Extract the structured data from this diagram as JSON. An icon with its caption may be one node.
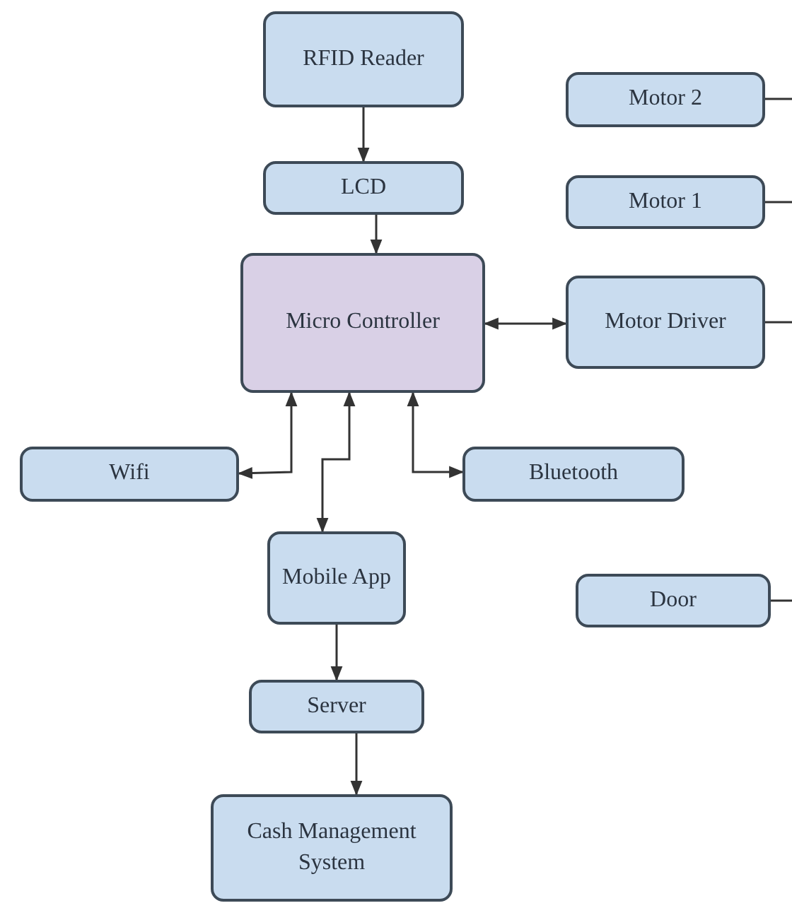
{
  "diagram": {
    "nodes": [
      {
        "text": [
          "RFID Reader"
        ]
      },
      {
        "text": [
          "LCD"
        ]
      },
      {
        "text": [
          "Micro Controller"
        ]
      },
      {
        "text": [
          "Motor 2"
        ]
      },
      {
        "text": [
          "Motor 1"
        ]
      },
      {
        "text": [
          "Motor Driver"
        ]
      },
      {
        "text": [
          "Wifi"
        ]
      },
      {
        "text": [
          "Bluetooth"
        ]
      },
      {
        "text": [
          "Mobile App"
        ]
      },
      {
        "text": [
          "Door"
        ]
      },
      {
        "text": [
          "Server"
        ]
      },
      {
        "text": [
          "Cash Management System"
        ]
      }
    ],
    "edges": [
      {
        "from": 0,
        "to": 1,
        "arrow": "to"
      },
      {
        "from": 1,
        "to": 2,
        "arrow": "to"
      },
      {
        "from": 2,
        "to": 5,
        "arrow": "both"
      },
      {
        "from": 2,
        "to": 6,
        "arrow": "both"
      },
      {
        "from": 2,
        "to": 8,
        "arrow": "both"
      },
      {
        "from": 2,
        "to": 7,
        "arrow": "both"
      },
      {
        "from": 8,
        "to": 10,
        "arrow": "to"
      },
      {
        "from": 10,
        "to": 11,
        "arrow": "to"
      },
      {
        "from": 3,
        "to": null,
        "arrow": "none"
      },
      {
        "from": 4,
        "to": null,
        "arrow": "none"
      },
      {
        "from": 5,
        "to": null,
        "arrow": "none"
      },
      {
        "from": 9,
        "to": null,
        "arrow": "none"
      }
    ]
  }
}
